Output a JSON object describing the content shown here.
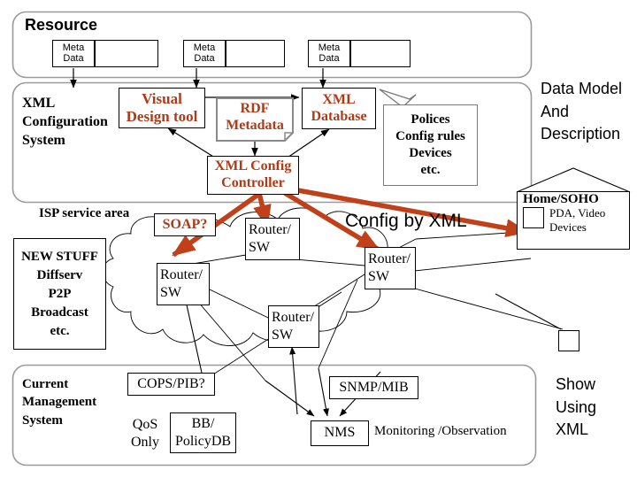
{
  "title": "XML Configuration Management Architecture Diagram",
  "colors": {
    "accent_rust": "#b03a18",
    "outline": "#000000",
    "container_outline": "#8a8a8a",
    "background": "#ffffff"
  },
  "containers": {
    "resource": {
      "label": "Resource"
    },
    "xml_config_system": {
      "label": "XML\nConfiguration\nSystem",
      "lines": [
        "XML",
        "Configuration",
        "System"
      ]
    },
    "current_mgmt_system": {
      "label": "Current\nManagement\nSystem",
      "lines": [
        "Current",
        "Management",
        "System"
      ]
    }
  },
  "resource_items": [
    {
      "label": "Meta\nData",
      "lines": [
        "Meta",
        "Data"
      ]
    },
    {
      "label": "Meta\nData",
      "lines": [
        "Meta",
        "Data"
      ]
    },
    {
      "label": "Meta\nData",
      "lines": [
        "Meta",
        "Data"
      ]
    }
  ],
  "nodes": {
    "visual_design_tool": {
      "lines": [
        "Visual",
        "Design tool"
      ]
    },
    "rdf_metadata": {
      "lines": [
        "RDF",
        "Metadata"
      ]
    },
    "xml_database": {
      "lines": [
        "XML",
        "Database"
      ]
    },
    "xml_config_controller": {
      "lines": [
        "XML Config",
        "Controller"
      ]
    },
    "policies_callout": {
      "lines": [
        "Polices",
        "Config rules",
        "Devices",
        "etc."
      ]
    },
    "soap": {
      "label": "SOAP?"
    },
    "new_stuff": {
      "lines": [
        "NEW STUFF",
        "Diffserv",
        "P2P",
        "Broadcast",
        "etc."
      ]
    },
    "home_soho": {
      "title": "Home/SOHO",
      "lines": [
        "PDA, Video",
        "Devices"
      ]
    },
    "cops_pib": {
      "label": "COPS/PIB?"
    },
    "bb_policydb": {
      "lines": [
        "BB/",
        "PolicyDB"
      ]
    },
    "qos_only": {
      "lines": [
        "QoS",
        "Only"
      ]
    },
    "snmp_mib": {
      "label": "SNMP/MIB"
    },
    "nms": {
      "label": "NMS"
    }
  },
  "routers": [
    {
      "id": "router-top",
      "lines": [
        "Router/",
        "SW"
      ]
    },
    {
      "id": "router-left",
      "lines": [
        "Router/",
        "SW"
      ]
    },
    {
      "id": "router-right",
      "lines": [
        "Router/",
        "SW"
      ]
    },
    {
      "id": "router-bottom",
      "lines": [
        "Router/",
        "SW"
      ]
    }
  ],
  "free_labels": {
    "isp_service_area": "ISP service area",
    "config_by_xml": "Config by XML",
    "monitoring_observation": "Monitoring /Observation",
    "data_model_and_description": {
      "lines": [
        "Data Model",
        "And",
        "Description"
      ]
    },
    "show_using_xml": {
      "lines": [
        "Show",
        "Using",
        "XML"
      ]
    }
  }
}
